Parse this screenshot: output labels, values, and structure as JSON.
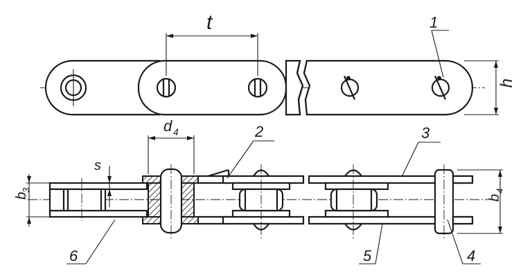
{
  "labels": {
    "pitch": "t",
    "height": "h",
    "pin_diameter": "d",
    "pin_diameter_sub": "4",
    "plate_thickness": "s",
    "inner_width": "b",
    "inner_width_sub": "3",
    "outer_width": "b",
    "outer_width_sub": "4"
  },
  "callouts": {
    "c1": "1",
    "c2": "2",
    "c3": "3",
    "c4": "4",
    "c5": "5",
    "c6": "6"
  }
}
